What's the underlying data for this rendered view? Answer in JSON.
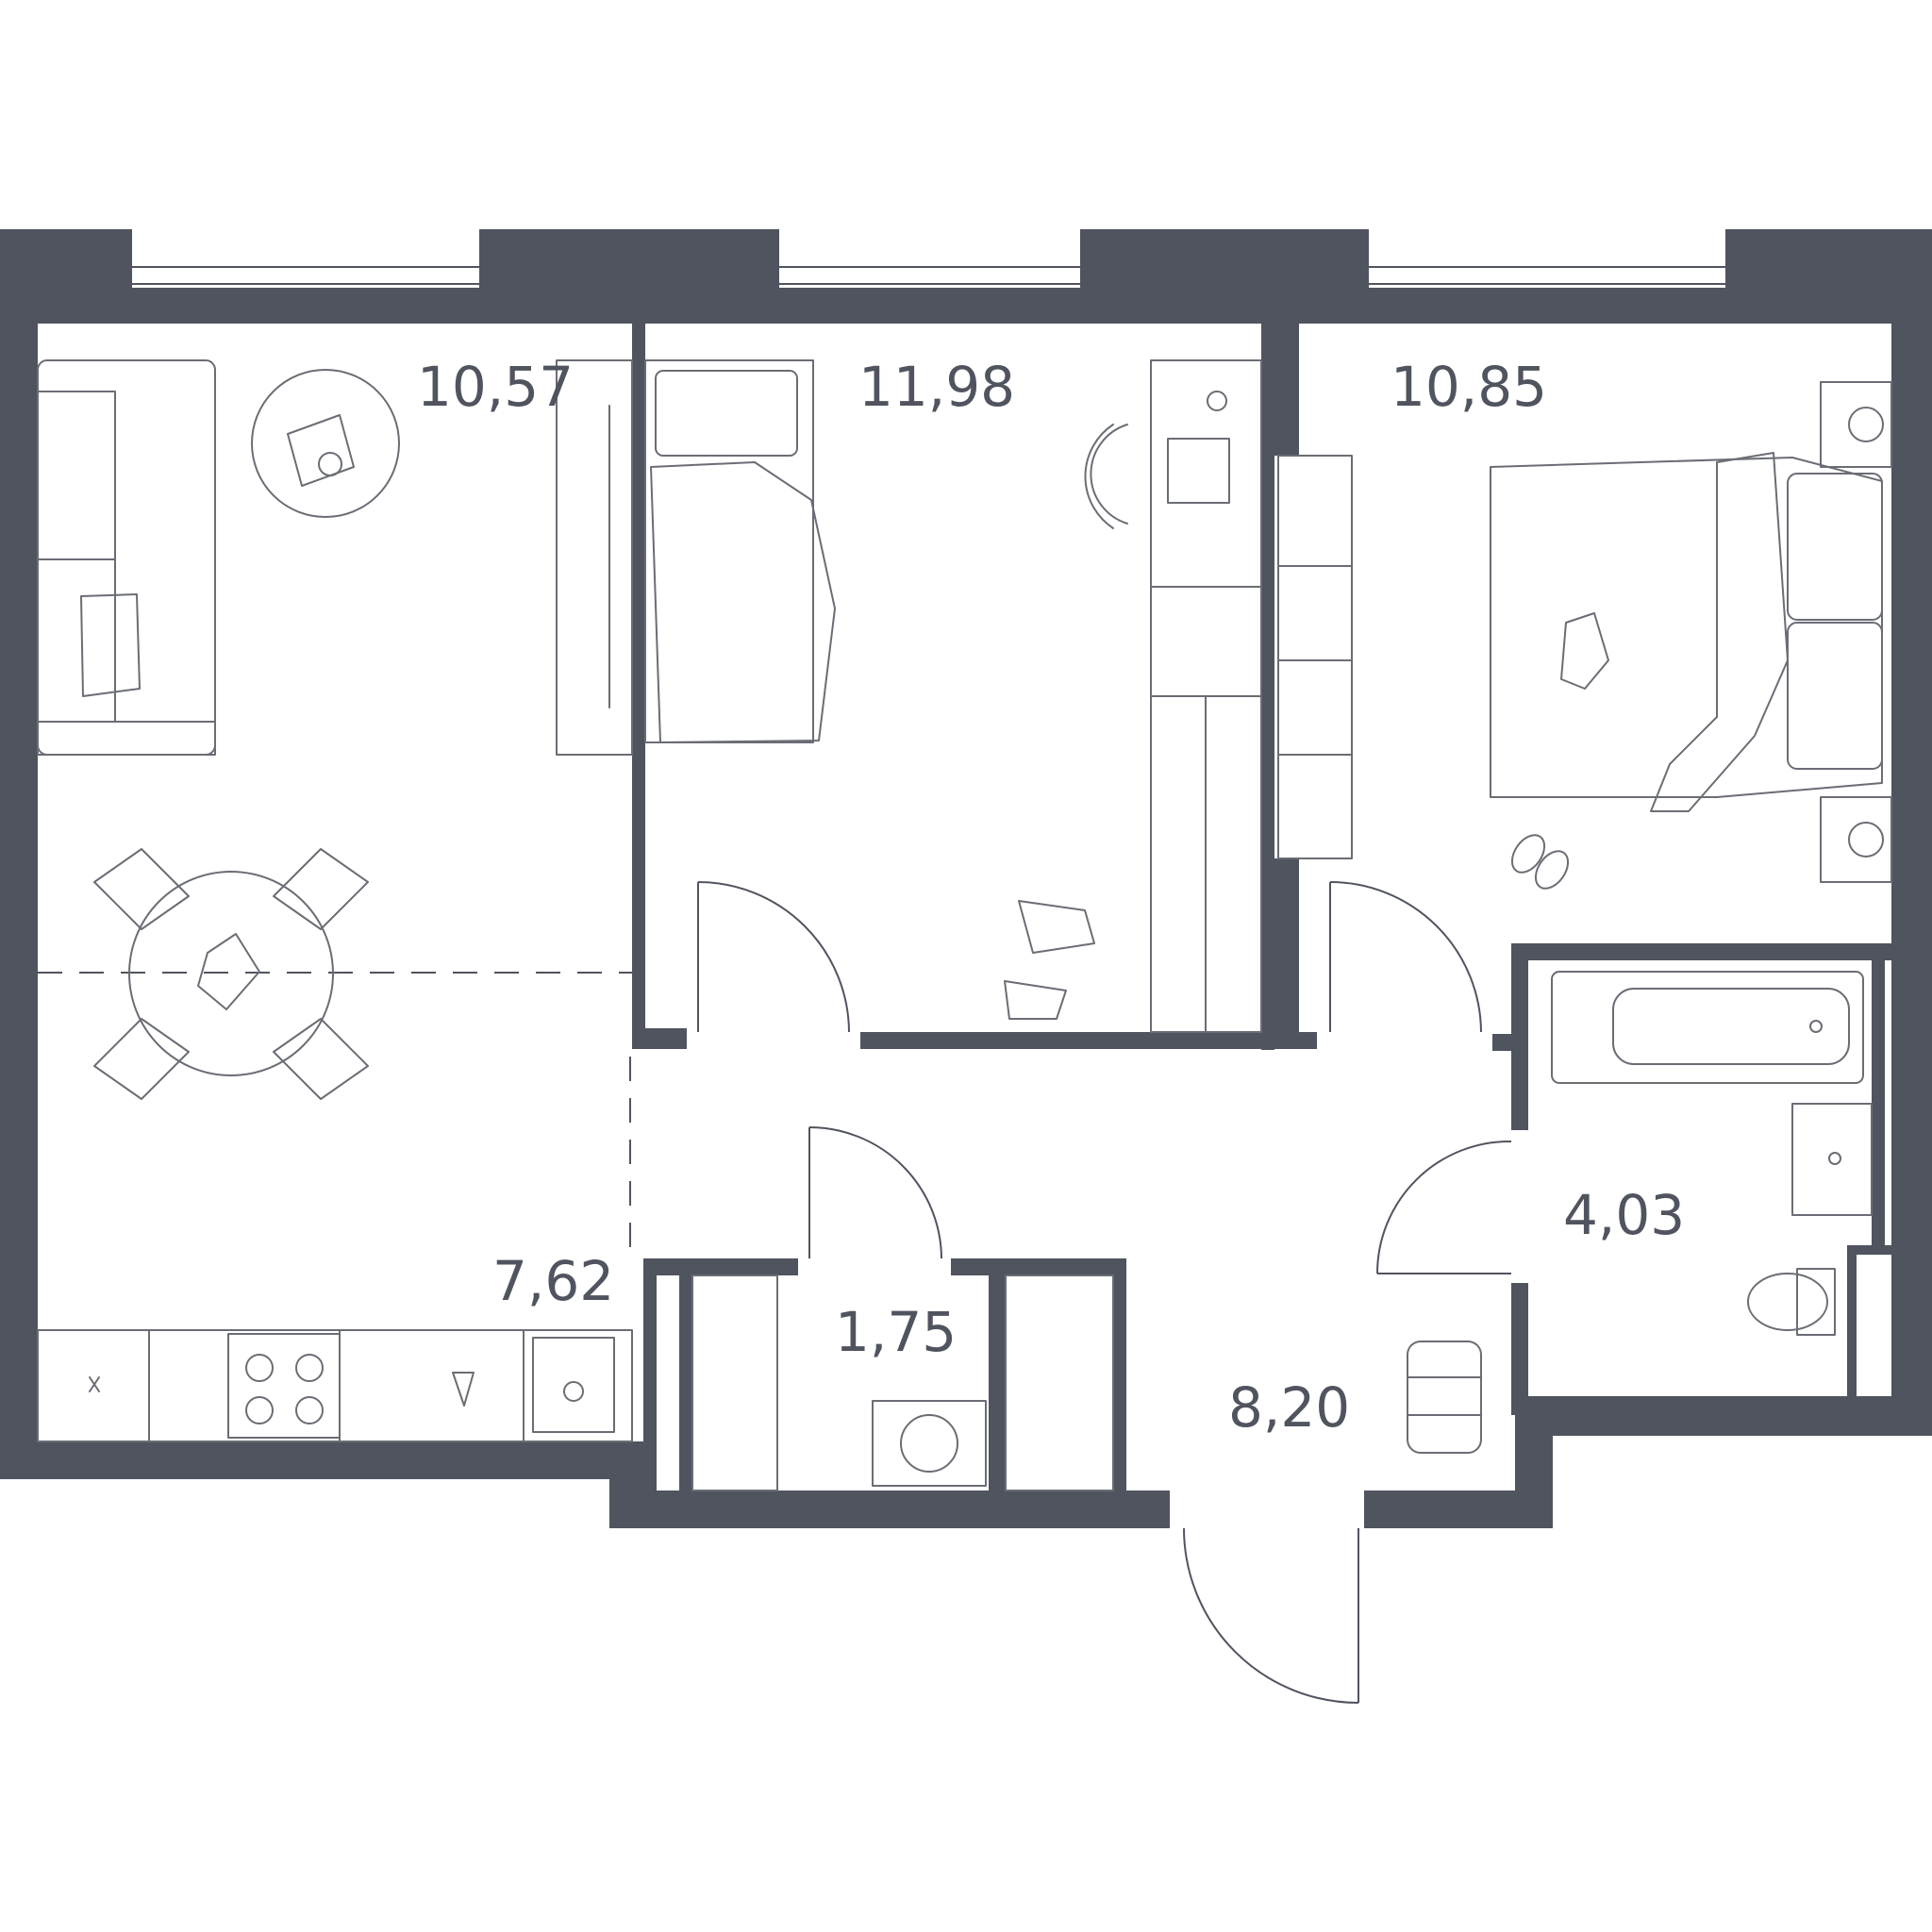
{
  "rooms": [
    {
      "id": "living",
      "area": "10,57"
    },
    {
      "id": "bedroom-1",
      "area": "11,98"
    },
    {
      "id": "bedroom-2",
      "area": "10,85"
    },
    {
      "id": "kitchen",
      "area": "7,62"
    },
    {
      "id": "wardrobe",
      "area": "1,75"
    },
    {
      "id": "hall",
      "area": "8,20"
    },
    {
      "id": "bathroom",
      "area": "4,03"
    }
  ],
  "colors": {
    "wall": "#50545f",
    "furniture": "#6a6d75",
    "background": "#ffffff"
  }
}
